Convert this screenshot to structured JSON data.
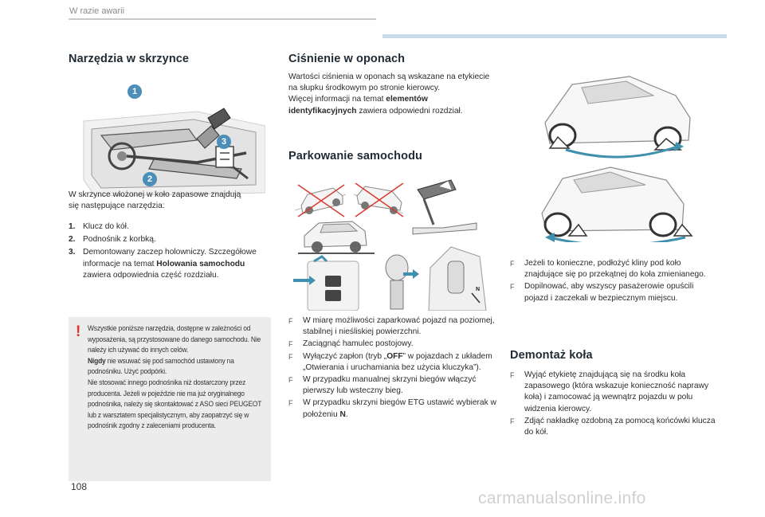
{
  "header": {
    "title": "W razie awarii"
  },
  "left": {
    "heading": "Narzędzia w skrzynce",
    "intro": "W skrzynce włożonej w koło zapasowe znajdują się następujące narzędzia:",
    "tools": [
      {
        "num": "1.",
        "text": "Klucz do kół."
      },
      {
        "num": "2.",
        "text": "Podnośnik z korbką."
      },
      {
        "num": "3.",
        "text_before": "Demontowany zaczep holowniczy. Szczegółowe informacje na temat ",
        "bold": "Holowania samochodu",
        "text_after": " zawiera odpowiednia część rozdziału."
      }
    ],
    "callouts": [
      "1",
      "2",
      "3"
    ],
    "warning": {
      "mark": "!",
      "text1": "Wszystkie poniższe narzędzia, dostępne w zależności od wyposażenia, są przystosowane do danego samochodu. Nie należy ich używać do innych celów.",
      "bold": "Nigdy",
      "text2": " nie wsuwać się pod samochód ustawiony na podnośniku. Użyć podpórki.",
      "text3": "Nie stosować innego podnośnika niż dostarczony przez producenta. Jeżeli w pojeździe nie ma już oryginalnego podnośnika, należy się skontaktować z ASO sieci PEUGEOT lub z warsztatem specjalistycznym, aby zaopatrzyć się w podnośnik zgodny z zaleceniami producenta."
    }
  },
  "middle": {
    "pressure_heading": "Ciśnienie w oponach",
    "pressure_text": "Wartości ciśnienia w oponach są wskazane na etykiecie na słupku środkowym po stronie kierowcy.",
    "pressure_more_before": "Więcej informacji na temat ",
    "pressure_more_bold": "elementów identyfikacyjnych",
    "pressure_more_after": " zawiera odpowiedni rozdział.",
    "parking_heading": "Parkowanie samochodu",
    "gear_label": "N",
    "bullets": [
      {
        "text": "W miarę możliwości zaparkować pojazd na poziomej, stabilnej i nieśliskiej powierzchni."
      },
      {
        "text": "Zaciągnąć hamulec postojowy."
      },
      {
        "before": "Wyłączyć zapłon (tryb „",
        "bold": "OFF",
        "after": "” w pojazdach z układem „Otwierania i uruchamiania bez użycia kluczyka”)."
      },
      {
        "text": "W przypadku manualnej skrzyni biegów włączyć pierwszy lub wsteczny bieg."
      },
      {
        "before": "W przypadku skrzyni biegów ETG ustawić wybierak w położeniu ",
        "bold": "N",
        "after": "."
      }
    ],
    "bullet_glyph": "F"
  },
  "right": {
    "bullets": [
      {
        "text": "Jeżeli to konieczne, podłożyć kliny pod koło znajdujące się po przekątnej do koła zmienianego."
      },
      {
        "text": "Dopilnować, aby wszyscy pasażerowie opuścili pojazd i zaczekali w bezpiecznym miejscu."
      }
    ],
    "removal_heading": "Demontaż koła",
    "removal_bullets": [
      {
        "text": "Wyjąć etykietę znajdującą się na środku koła zapasowego (która wskazuje konieczność naprawy koła) i zamocować ją wewnątrz pojazdu w polu widzenia kierowcy."
      },
      {
        "text": "Zdjąć nakładkę ozdobną za pomocą końcówki klucza do kół."
      }
    ]
  },
  "footer": {
    "page": "108",
    "watermark": "carmanualsonline.info"
  },
  "colors": {
    "accent_blue": "#c9dbe8",
    "callout_blue": "#4b8fb8",
    "warning_red": "#e0312b",
    "arrow_teal": "#3f8fae"
  }
}
